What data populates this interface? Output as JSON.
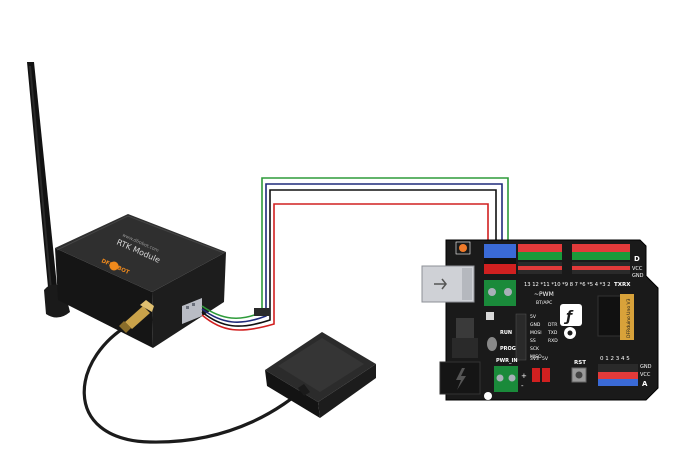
{
  "rtk_module": {
    "brand": "DFROBOT",
    "label": "RTK Module",
    "url": "www.dfrobot.com"
  },
  "board": {
    "header_letter_top": "D",
    "header_letter_bottom": "A",
    "vcc": "VCC",
    "gnd": "GND",
    "txrx": "TXRX",
    "pwm": "~PWM",
    "digital_pins": "13 12 *11 *10 *9 8   7 *6 *5 4 *3 2",
    "icsp_labels": [
      "5V",
      "GND",
      "MOSI",
      "SS",
      "SCK",
      "MISO"
    ],
    "side_labels": [
      "DTR",
      "TXD",
      "RXD"
    ],
    "run": "RUN",
    "prog": "PROG",
    "bt_apc": "BT/APC",
    "pwr_in": "PWR_IN",
    "rst": "RST",
    "volt_3v3": "3V3",
    "volt_5v": "5V",
    "analog_pins": "0 1 2 3 4 5",
    "model_text": "DFRduino Uno V3",
    "pwr_plus": "+",
    "pwr_minus": "-"
  },
  "wires": {
    "colors": [
      "#2e9b3a",
      "#1f2a7a",
      "#111111",
      "#d12020"
    ]
  }
}
